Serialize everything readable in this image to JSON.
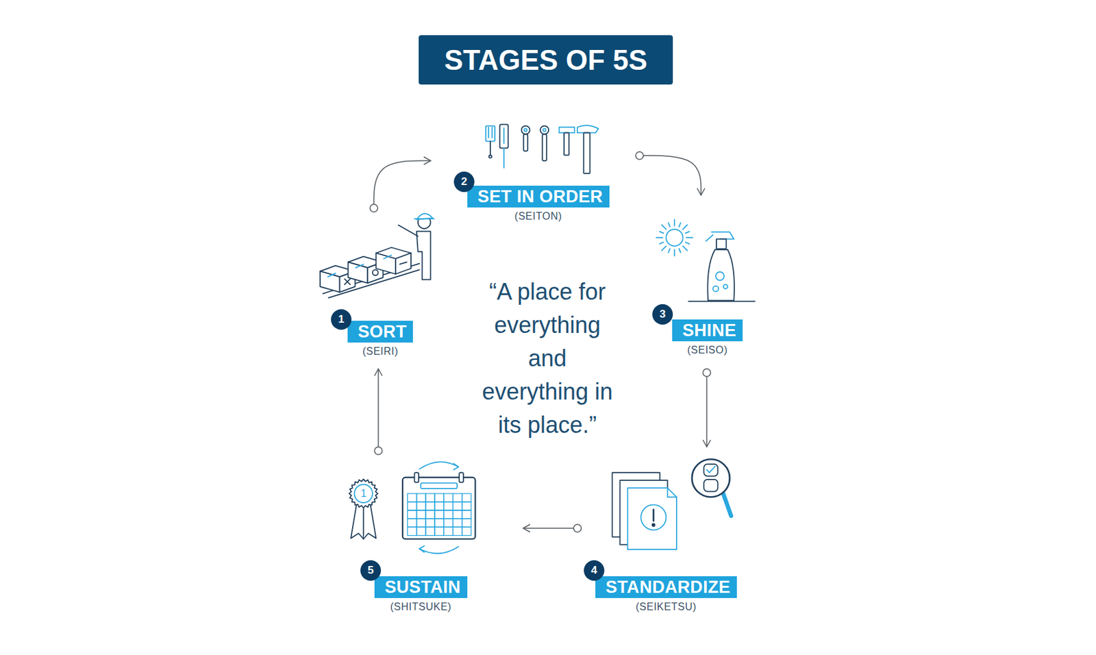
{
  "diagram": {
    "title": "STAGES OF 5S",
    "nodes": [
      {
        "text": [
          "SORT",
          "(SEIRI)"
        ]
      },
      {
        "text": [
          "1"
        ],
        "in": 0
      },
      {
        "text": [
          "SET IN ORDER",
          "(SEITON)"
        ]
      },
      {
        "text": [
          "2"
        ],
        "in": 2
      },
      {
        "text": [
          "SHINE",
          "(SEISO)"
        ]
      },
      {
        "text": [
          "3"
        ],
        "in": 4
      },
      {
        "text": [
          "STANDARDIZE",
          "(SEIKETSU)"
        ]
      },
      {
        "text": [
          "4"
        ],
        "in": 6
      },
      {
        "text": [
          "SUSTAIN",
          "(SHITSUKE)"
        ]
      },
      {
        "text": [
          "5"
        ],
        "in": 8
      }
    ],
    "edges": [
      {
        "from": 0,
        "to": 2,
        "arrow": "to"
      },
      {
        "from": 2,
        "to": 4,
        "arrow": "to"
      },
      {
        "from": 4,
        "to": 6,
        "arrow": "to"
      },
      {
        "from": 6,
        "to": 8,
        "arrow": "to"
      },
      {
        "from": 8,
        "to": 0,
        "arrow": "to"
      }
    ],
    "labels": [
      "“A place for everything and everything in its place.”",
      "1"
    ]
  }
}
